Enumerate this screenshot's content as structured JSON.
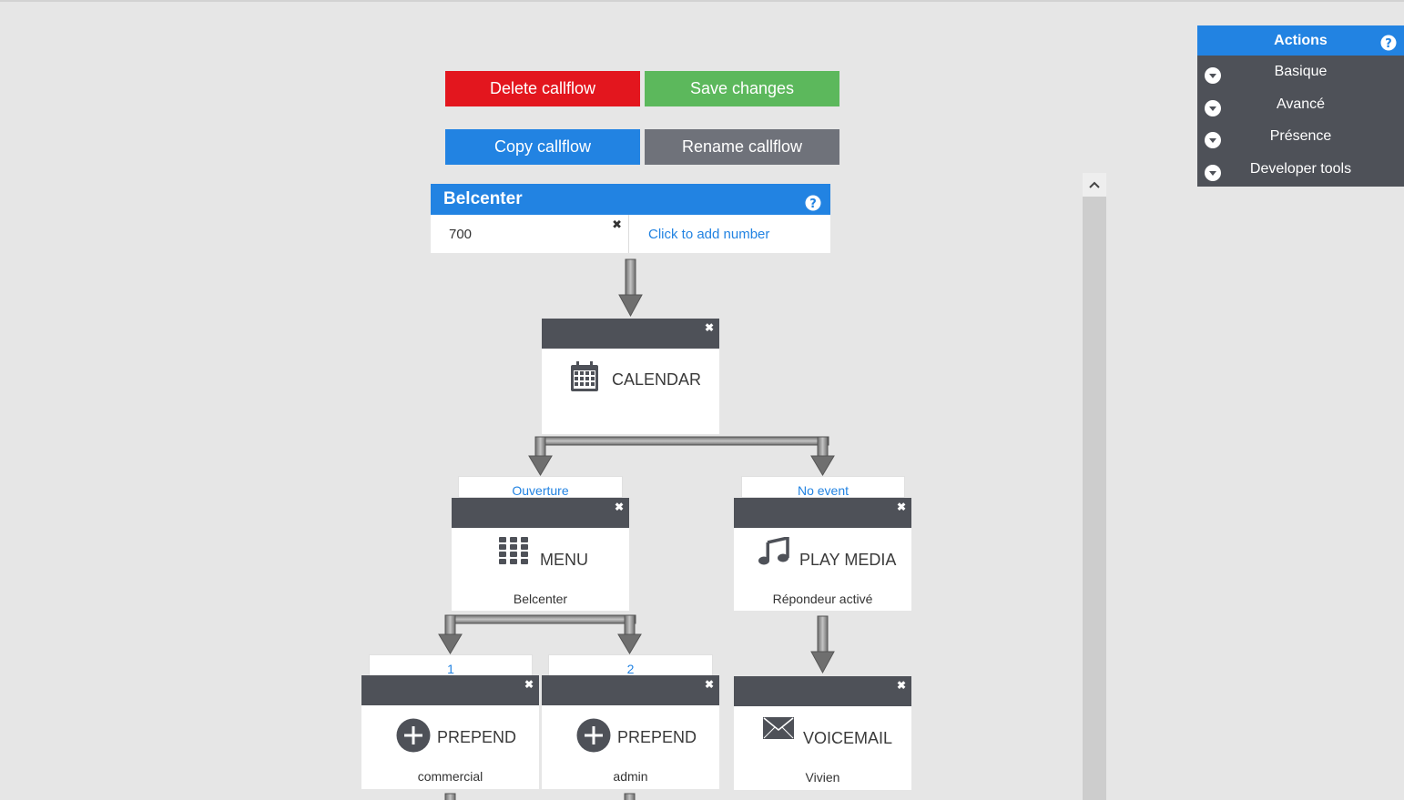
{
  "toolbar": {
    "delete_label": "Delete callflow",
    "save_label": "Save changes",
    "copy_label": "Copy callflow",
    "rename_label": "Rename callflow"
  },
  "callflow": {
    "name": "Belcenter",
    "number": "700",
    "add_number": "Click to add number"
  },
  "nodes": {
    "calendar": {
      "title": "CALENDAR",
      "icon": "calendar-icon"
    },
    "menu": {
      "title": "MENU",
      "subtitle": "Belcenter",
      "branch": "Ouverture",
      "icon": "keypad-icon"
    },
    "play_media": {
      "title": "PLAY MEDIA",
      "subtitle": "Répondeur activé",
      "branch": "No event",
      "icon": "music-note-icon"
    },
    "prepend_1": {
      "title": "PREPEND",
      "subtitle": "commercial",
      "branch": "1",
      "icon": "plus-circle-icon"
    },
    "prepend_2": {
      "title": "PREPEND",
      "subtitle": "admin",
      "branch": "2",
      "icon": "plus-circle-icon"
    },
    "voicemail": {
      "title": "VOICEMAIL",
      "subtitle": "Vivien",
      "icon": "envelope-icon"
    }
  },
  "actions": {
    "title": "Actions",
    "items": [
      {
        "label": "Basique"
      },
      {
        "label": "Avancé"
      },
      {
        "label": "Présence"
      },
      {
        "label": "Developer tools"
      }
    ]
  },
  "colors": {
    "accent": "#2283e2",
    "danger": "#e3161e",
    "success": "#5cb85c",
    "neutral": "#6f727a",
    "node_bar": "#4e5158"
  }
}
